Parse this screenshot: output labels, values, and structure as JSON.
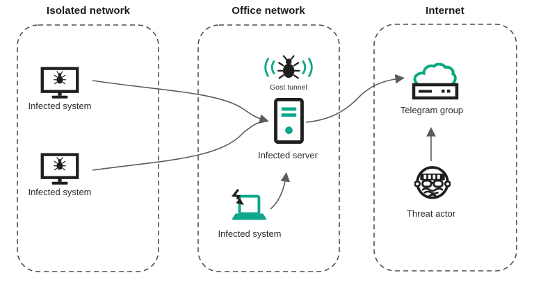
{
  "zones": [
    {
      "id": "isolated",
      "title": "Isolated network"
    },
    {
      "id": "office",
      "title": "Office network"
    },
    {
      "id": "internet",
      "title": "Internet"
    }
  ],
  "nodes": {
    "infected_system_1": {
      "label": "Infected system",
      "zone": "isolated",
      "icon": "monitor-bug"
    },
    "infected_system_2": {
      "label": "Infected system",
      "zone": "isolated",
      "icon": "monitor-bug"
    },
    "gost_tunnel": {
      "label": "Gost tunnel",
      "zone": "office",
      "icon": "bug-signal-waves"
    },
    "infected_server": {
      "label": "Infected server",
      "zone": "office",
      "icon": "server-tower"
    },
    "infected_system_office": {
      "label": "Infected system",
      "zone": "office",
      "icon": "laptop-attack-bolt"
    },
    "telegram_group": {
      "label": "Telegram group",
      "zone": "internet",
      "icon": "cloud-router"
    },
    "threat_actor": {
      "label": "Threat actor",
      "zone": "internet",
      "icon": "masked-person"
    }
  },
  "edges": [
    {
      "from": "infected_system_1",
      "to": "infected_server"
    },
    {
      "from": "infected_system_2",
      "to": "infected_server"
    },
    {
      "from": "infected_system_office",
      "to": "infected_server"
    },
    {
      "from": "infected_server",
      "to": "telegram_group"
    },
    {
      "from": "threat_actor",
      "to": "telegram_group"
    }
  ],
  "colors": {
    "accent_teal": "#0ca78c",
    "cloud_green": "#0aa87e",
    "icon_black": "#1f1f1f",
    "arrow_gray": "#5b5b5b",
    "zone_border_gray": "#4f4f4f",
    "text": "#2b2b2b",
    "background": "#ffffff"
  }
}
